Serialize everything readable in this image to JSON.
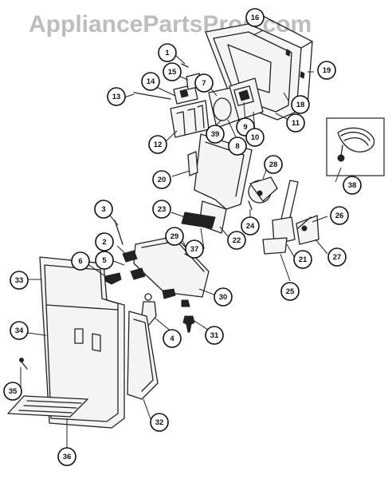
{
  "watermark": "AppliancePartsPros.com",
  "callouts": [
    "1",
    "2",
    "3",
    "4",
    "5",
    "6",
    "7",
    "8",
    "9",
    "10",
    "11",
    "12",
    "13",
    "14",
    "15",
    "16",
    "18",
    "19",
    "20",
    "21",
    "22",
    "23",
    "24",
    "25",
    "26",
    "27",
    "28",
    "29",
    "30",
    "31",
    "32",
    "33",
    "34",
    "35",
    "36",
    "37",
    "38",
    "39"
  ]
}
